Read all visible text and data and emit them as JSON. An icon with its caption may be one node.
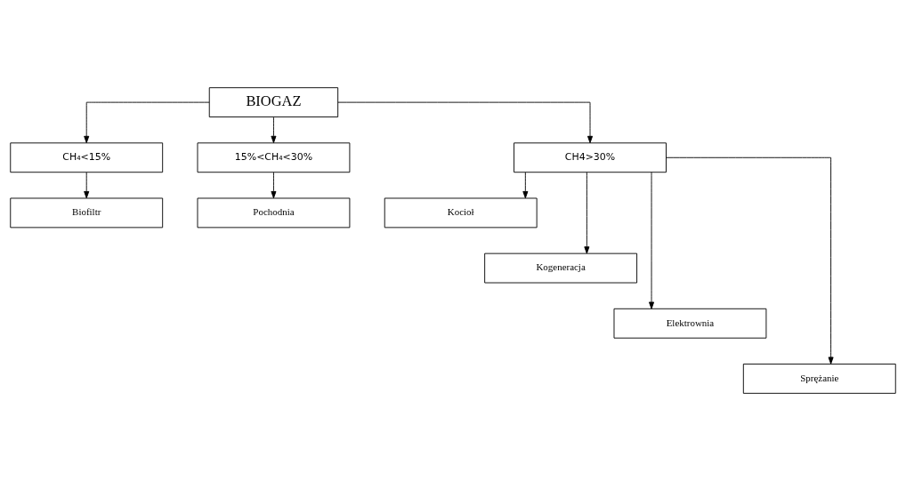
{
  "diagram": {
    "nodes": [
      {
        "text": [
          "BIOGAZ"
        ]
      },
      {
        "text": [
          "CH₄<15%"
        ]
      },
      {
        "text": [
          "15%<CH₄<30%"
        ]
      },
      {
        "text": [
          "CH4>30%"
        ]
      },
      {
        "text": [
          "Biofiltr"
        ]
      },
      {
        "text": [
          "Pochodnia"
        ]
      },
      {
        "text": [
          "Kocioł"
        ]
      },
      {
        "text": [
          "Kogeneracja"
        ]
      },
      {
        "text": [
          "Elektrownia"
        ]
      },
      {
        "text": [
          "Sprężanie"
        ]
      }
    ],
    "edges": [
      {
        "from": 0,
        "to": 1,
        "arrow": "to"
      },
      {
        "from": 0,
        "to": 2,
        "arrow": "to"
      },
      {
        "from": 0,
        "to": 3,
        "arrow": "to"
      },
      {
        "from": 1,
        "to": 4,
        "arrow": "to"
      },
      {
        "from": 2,
        "to": 5,
        "arrow": "to"
      },
      {
        "from": 3,
        "to": 6,
        "arrow": "to"
      },
      {
        "from": 3,
        "to": 7,
        "arrow": "to"
      },
      {
        "from": 3,
        "to": 8,
        "arrow": "to"
      },
      {
        "from": 3,
        "to": 9,
        "arrow": "to"
      }
    ]
  }
}
